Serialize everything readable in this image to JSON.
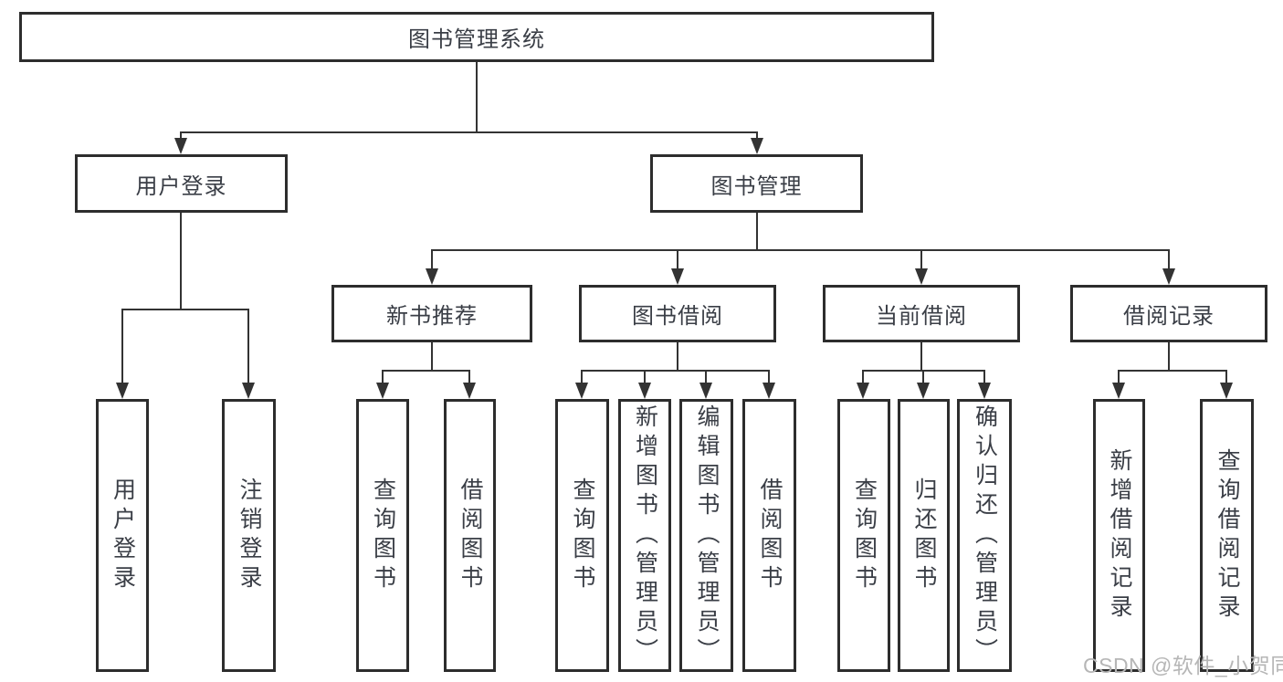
{
  "tree": {
    "root": "图书管理系统",
    "branches": [
      {
        "label": "用户登录",
        "children": [
          "用户登录",
          "注销登录"
        ]
      },
      {
        "label": "图书管理",
        "children": [
          {
            "label": "新书推荐",
            "children": [
              "查询图书",
              "借阅图书"
            ]
          },
          {
            "label": "图书借阅",
            "children": [
              "查询图书",
              "新增图书（管理员）",
              "编辑图书（管理员）",
              "借阅图书"
            ]
          },
          {
            "label": "当前借阅",
            "children": [
              "查询图书",
              "归还图书",
              "确认归还（管理员）"
            ]
          },
          {
            "label": "借阅记录",
            "children": [
              "新增借阅记录",
              "查询借阅记录"
            ]
          }
        ]
      }
    ]
  },
  "watermark": "CSDN @软件_小贺同学",
  "colors": {
    "line": "#333333",
    "border": "#2d2d2d",
    "text": "#3a3e46",
    "watermark": "#b6b6b6",
    "background": "#ffffff"
  }
}
